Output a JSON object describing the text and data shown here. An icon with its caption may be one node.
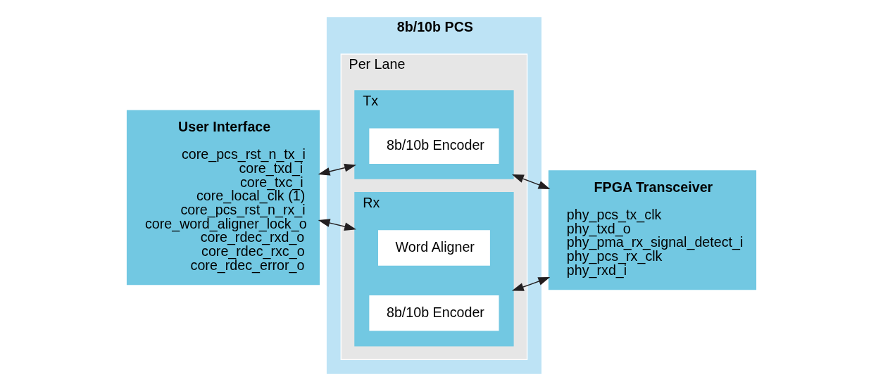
{
  "diagram": {
    "nodes": [
      {
        "text": [
          "User Interface",
          "core_pcs_rst_n_tx_i",
          "core_txd_i",
          "core_txc_i",
          "core_local_clk (1)",
          "core_pcs_rst_n_rx_i",
          "core_word_aligner_lock_o",
          "core_rdec_rxd_o",
          "core_rdec_rxc_o",
          "core_rdec_error_o"
        ]
      },
      {
        "text": [
          "8b/10b PCS"
        ]
      },
      {
        "text": [
          "Per Lane"
        ],
        "in": 1
      },
      {
        "text": [
          "Tx"
        ],
        "in": 2
      },
      {
        "text": [
          "8b/10b Encoder"
        ],
        "in": 3
      },
      {
        "text": [
          "Rx"
        ],
        "in": 2
      },
      {
        "text": [
          "Word Aligner"
        ],
        "in": 5
      },
      {
        "text": [
          "8b/10b Encoder"
        ],
        "in": 5
      },
      {
        "text": [
          "FPGA Transceiver",
          "phy_pcs_tx_clk",
          "phy_txd_o",
          "phy_pma_rx_signal_detect_i",
          "phy_pcs_rx_clk",
          "phy_rxd_i"
        ]
      }
    ],
    "edges": [
      {
        "from": 0,
        "to": 3,
        "arrow": "both"
      },
      {
        "from": 3,
        "to": 8,
        "arrow": "both"
      },
      {
        "from": 0,
        "to": 5,
        "arrow": "both"
      },
      {
        "from": 5,
        "to": 8,
        "arrow": "both"
      }
    ]
  }
}
